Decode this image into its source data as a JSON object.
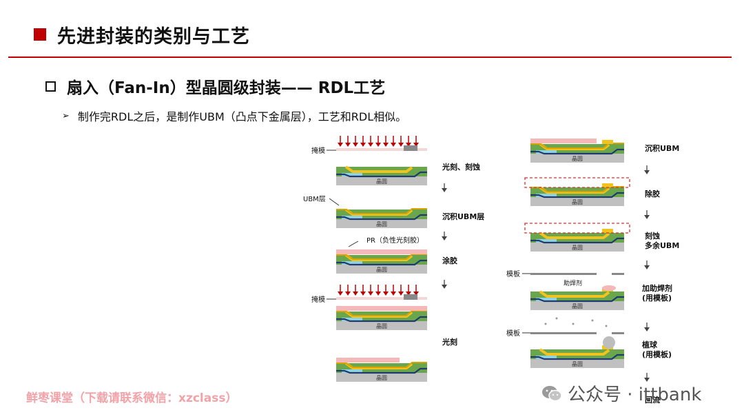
{
  "header": {
    "title": "先进封装的类别与工艺"
  },
  "section": {
    "title": "扇入（Fan-In）型晶圆级封装—— RDL工艺"
  },
  "bullet": {
    "text": "制作完RDL之后，是制作UBM（凸点下金属层），工艺和RDL相似。"
  },
  "diagram": {
    "left_steps": [
      "光刻、刻蚀",
      "沉积UBM层",
      "涂胶",
      "光刻"
    ],
    "right_steps": [
      "沉积UBM",
      "除胶",
      "刻蚀\n多余UBM",
      "加助焊剂\n(用模板)",
      "植球\n(用模板)",
      "回流"
    ],
    "labels": {
      "mask": "掩模",
      "ubm_layer": "UBM层",
      "pr": "PR（负性光刻胶）",
      "stencil": "模板",
      "flux": "助焊剂",
      "wafer": "晶圆"
    },
    "colors": {
      "wafer": "#c0c0c0",
      "dielectric": "#6aa64c",
      "metal": "#f2c21e",
      "dark_trace": "#1f3a6e",
      "pad": "#8fd3e3",
      "photoresist": "#f4b8b8",
      "arrow": "#c00000",
      "dashed": "#e32b2b",
      "mask_block": "#888888"
    }
  },
  "watermark": {
    "text": "鲜枣课堂（下载请联系微信：xzclass）"
  },
  "wechat": {
    "text": "公众号 · ittbank"
  }
}
